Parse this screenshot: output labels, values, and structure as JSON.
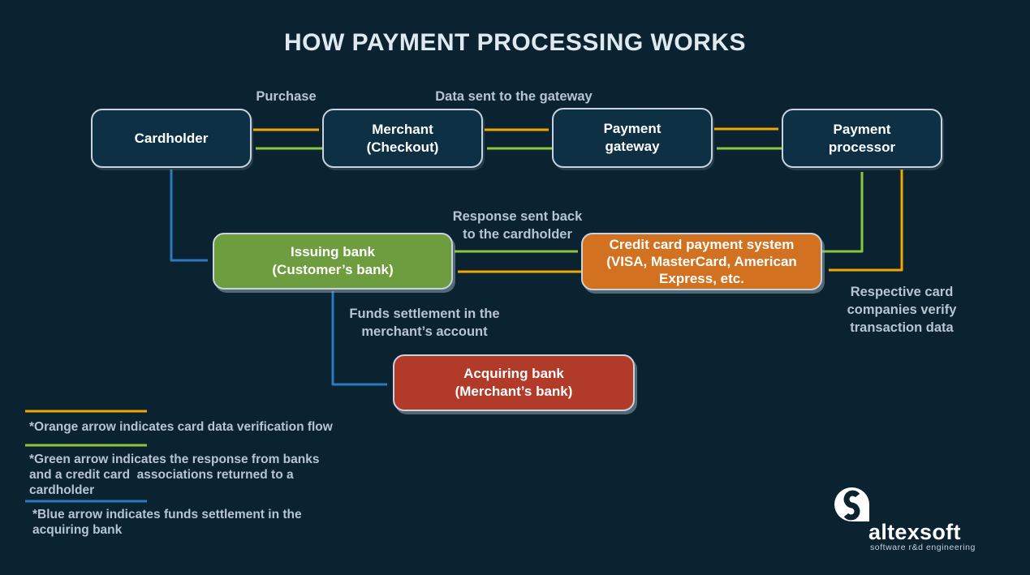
{
  "title": "HOW PAYMENT PROCESSING WORKS",
  "nodes": {
    "cardholder": {
      "label": "Cardholder"
    },
    "merchant": {
      "label": "Merchant\n(Checkout)"
    },
    "gateway": {
      "label": "Payment\ngateway"
    },
    "processor": {
      "label": "Payment\nprocessor"
    },
    "issuing_bank": {
      "label": "Issuing bank\n(Customer’s bank)"
    },
    "card_system": {
      "label": "Credit card payment system\n(VISA, MasterCard, American\nExpress, etc."
    },
    "acquiring_bank": {
      "label": "Acquiring bank\n(Merchant’s bank)"
    }
  },
  "labels": {
    "purchase": "Purchase",
    "data_to_gateway": "Data sent to the gateway",
    "response_back": "Response sent back\nto the cardholder",
    "verify": "Respective card\ncompanies verify\ntransaction data",
    "funds_settlement": "Funds settlement in the\nmerchant’s account"
  },
  "legend": {
    "items": [
      {
        "color": "orange",
        "text": "*Orange arrow indicates card data verification flow"
      },
      {
        "color": "green",
        "text": "*Green arrow indicates the response from banks\nand a credit card  associations returned to a\ncardholder"
      },
      {
        "color": "blue",
        "text": "*Blue arrow indicates funds settlement in the\nacquiring bank"
      }
    ]
  },
  "logo": {
    "name": "altexsoft",
    "tagline": "software r&d engineering",
    "mark_icon": "altexsoft-a-bubble-icon"
  },
  "colors": {
    "background": "#0b2231",
    "node-fill": "#0e3045",
    "node-border": "#c7d4de",
    "arrow-orange": "#f0a800",
    "arrow-green": "#8cc63f",
    "arrow-blue": "#2e78bd",
    "box-green": "#6d9d3e",
    "box-orange": "#d2711f",
    "box-red": "#b23a28",
    "text-primary": "#ffffff",
    "text-label": "#b6c5d1",
    "title-color": "#dfe9f0"
  }
}
